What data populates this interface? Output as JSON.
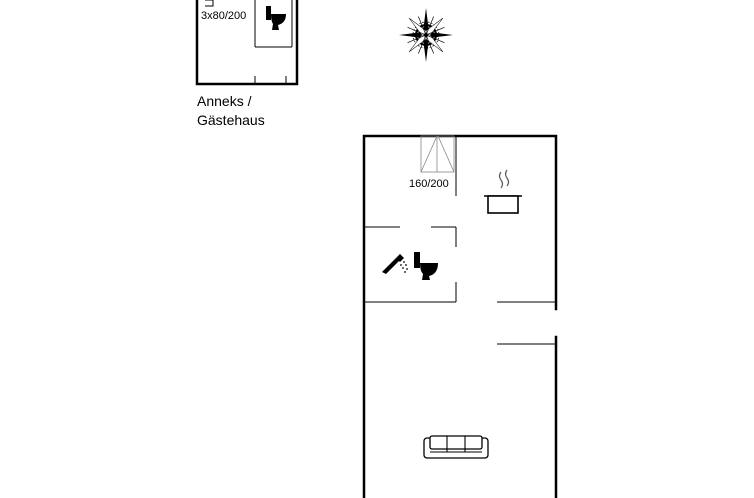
{
  "annex": {
    "caption_line1": "Anneks /",
    "caption_line2": "Gästehaus",
    "bed_label": "3x80/200"
  },
  "main_house": {
    "bed_label": "160/200"
  },
  "icons": [
    "compass-rose-icon",
    "toilet-icon",
    "shower-icon",
    "cooking-pot-icon",
    "sofa-icon"
  ]
}
